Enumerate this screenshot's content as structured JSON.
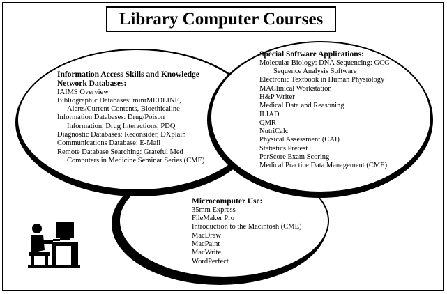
{
  "title": "Library Computer Courses",
  "colors": {
    "ink": "#000000",
    "paper": "#ffffff"
  },
  "icons": {
    "user_at_computer": "person-at-computer-icon"
  },
  "info_access": {
    "heading_line1": "Information Access Skills and Knowledge",
    "heading_line2": "Network Databases:",
    "items": [
      "IAIMS Overview",
      "Bibliographic Databases:  miniMEDLINE,",
      "Alerts/Current Contents, Bioethicaline",
      "Information Databases:  Drug/Poison",
      "Information, Drug Interactions, PDQ",
      "Diagnostic Databases:  Reconsider, DXplain",
      "Communications Database:  E-Mail",
      "Remote Database Searching:  Grateful Med",
      "Computers in Medicine Seminar Series (CME)"
    ]
  },
  "special_software": {
    "heading": "Special Software Applications:",
    "items": [
      "Molecular Biology: DNA Sequencing: GCG",
      "Sequence Analysis Software",
      "Electronic Textbook in Human Physiology",
      "MAClinical Workstation",
      "H&P Writer",
      "Medical Data and Reasoning",
      "ILIAD",
      "QMR",
      "NutriCalc",
      "Physical Assessment (CAI)",
      "Statistics Pretest",
      "ParScore Exam Scoring",
      "Medical Practice Data Management (CME)"
    ]
  },
  "microcomputer": {
    "heading": "Microcomputer Use:",
    "items": [
      "35mm Express",
      "FileMaker Pro",
      "Introduction to the Macintosh (CME)",
      "MacDraw",
      "MacPaint",
      "MacWrite",
      "WordPerfect"
    ]
  }
}
